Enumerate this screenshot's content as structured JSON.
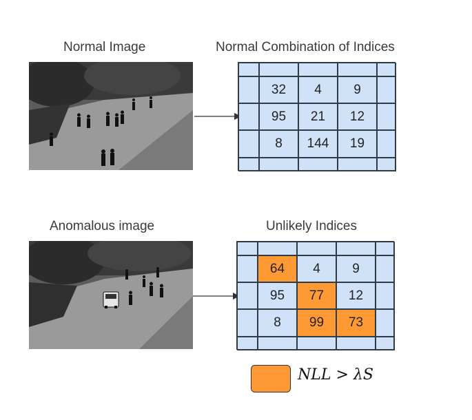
{
  "top": {
    "image_label": "Normal Image",
    "grid_label": "Normal Combination of Indices",
    "grid": [
      [
        32,
        4,
        9
      ],
      [
        95,
        21,
        12
      ],
      [
        8,
        144,
        19
      ]
    ]
  },
  "bottom": {
    "image_label": "Anomalous image",
    "grid_label": "Unlikely Indices",
    "grid": [
      [
        64,
        4,
        9
      ],
      [
        95,
        77,
        12
      ],
      [
        8,
        99,
        73
      ]
    ],
    "highlighted": [
      [
        0,
        0
      ],
      [
        1,
        1
      ],
      [
        2,
        1
      ],
      [
        2,
        2
      ]
    ]
  },
  "legend": {
    "text": "NLL > λS",
    "color": "#ff9933"
  },
  "colors": {
    "grid_fill": "#cfe2f8",
    "highlight": "#ff9933"
  }
}
